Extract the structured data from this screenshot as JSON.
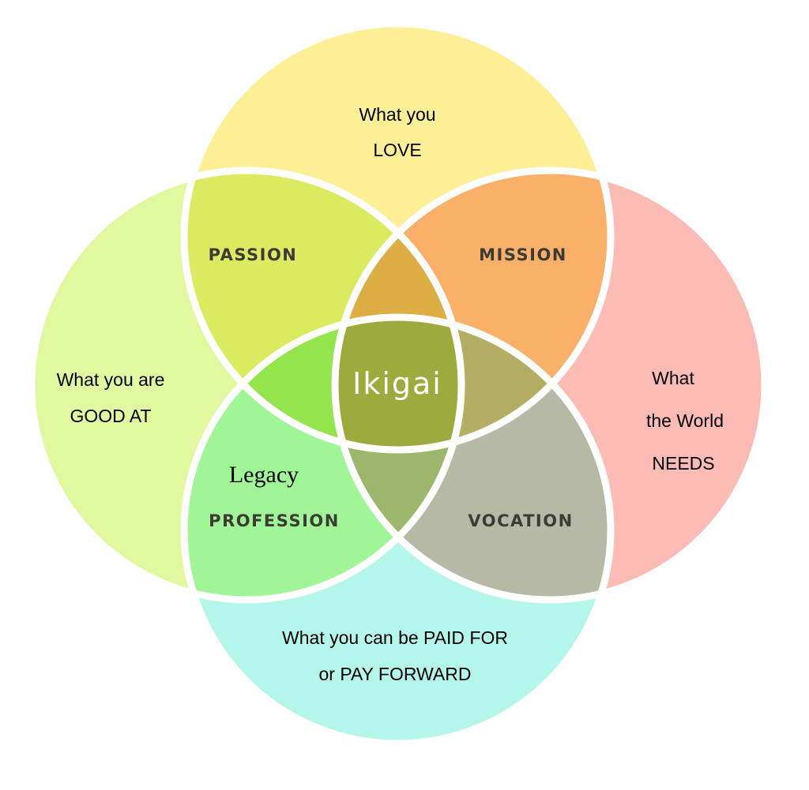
{
  "title": "Ikigai",
  "circles": [
    {
      "id": "love",
      "lines": [
        "What you",
        "LOVE"
      ],
      "color": "#fdef96"
    },
    {
      "id": "good",
      "lines": [
        "What you are",
        "GOOD AT"
      ],
      "color": "#e0f9a0"
    },
    {
      "id": "world",
      "lines": [
        "What",
        "the World",
        "NEEDS"
      ],
      "color": "#fcbcb5"
    },
    {
      "id": "paid",
      "lines": [
        "What you can be PAID FOR",
        "or PAY FORWARD"
      ],
      "color": "#b4f6e9"
    }
  ],
  "zones": {
    "passion": {
      "label": "PASSION",
      "color": "#dbeb61"
    },
    "mission": {
      "label": "MISSION",
      "color": "#fbb06a"
    },
    "profession": {
      "label": "PROFESSION",
      "color": "#a0f596"
    },
    "vocation": {
      "label": "VOCATION",
      "color": "#b6b9a6"
    }
  },
  "annotation": "Legacy",
  "triple_colors": {
    "love_good_world": "#ddae44",
    "love_good_paid": "#94e44e",
    "love_world_paid": "#b3ae63",
    "good_world_paid": "#9cb66b"
  },
  "center": {
    "label": "Ikigai",
    "color": "#9dab3e"
  },
  "separator_color": "#ffffff"
}
